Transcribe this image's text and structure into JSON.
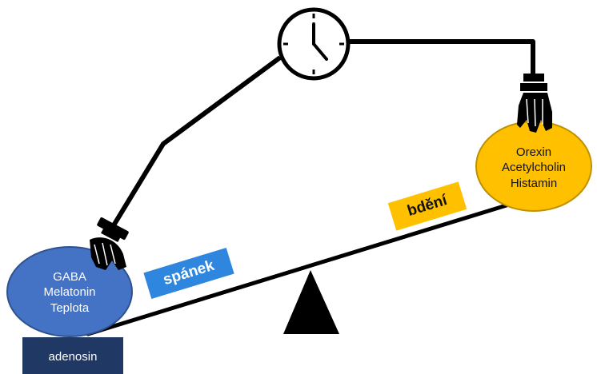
{
  "left_ellipse": {
    "lines": [
      "GABA",
      "Melatonin",
      "Teplota"
    ],
    "color": "#4472c4",
    "text_color": "#ffffff"
  },
  "right_ellipse": {
    "lines": [
      "Orexin",
      "Acetylcholin",
      "Histamin"
    ],
    "color": "#ffc000",
    "text_color": "#111111"
  },
  "base_box": {
    "label": "adenosin",
    "color": "#1f3864",
    "text_color": "#ffffff"
  },
  "sleep_tag": {
    "label": "spánek",
    "color": "#2e86de",
    "text_color": "#ffffff"
  },
  "wake_tag": {
    "label": "bdění",
    "color": "#ffc000",
    "text_color": "#111111"
  },
  "icons": [
    "clock-icon",
    "hand-icon",
    "fulcrum-icon"
  ],
  "line_color": "#000000"
}
